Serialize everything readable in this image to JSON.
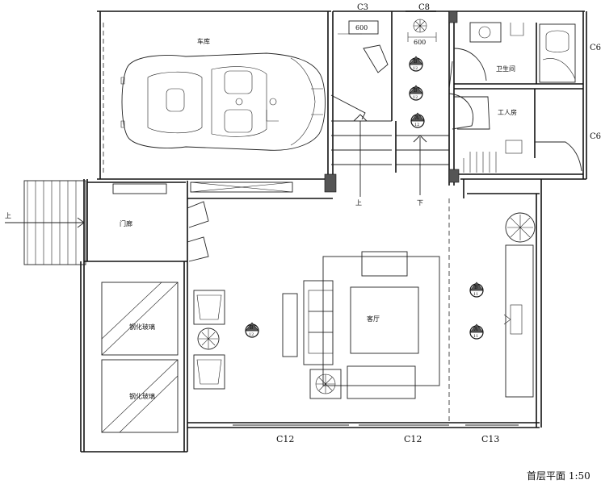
{
  "plan": {
    "title": "首层平面 1:50",
    "rooms": {
      "garage": "车库",
      "bathroom": "卫生间",
      "workers_room": "工人房",
      "entrance_porch": "门廊",
      "living_room": "客厅",
      "glass_wall_top": "钢化玻璃",
      "glass_wall_bottom": "钢化玻璃"
    },
    "stair_labels": {
      "entry_up": "上",
      "hall_up": "上",
      "hall_down": "下"
    },
    "windows": {
      "c3": "C3",
      "c8": "C8",
      "c6_upper": "C6",
      "c6_lower": "C6",
      "c12_left": "C12",
      "c12_right": "C12",
      "c13": "C13"
    },
    "dimensions": {
      "dim_c3": "600",
      "dim_c8": "600"
    },
    "markers": {
      "m1_top": "B",
      "m1_bottom": "12",
      "m2_top": "B",
      "m2_bottom": "12",
      "m3_top": "A",
      "m3_bottom": "12",
      "m4_top": "B",
      "m4_bottom": "12",
      "m5_top": "B",
      "m5_bottom": "11",
      "m6_top": "A",
      "m6_bottom": "11"
    }
  }
}
